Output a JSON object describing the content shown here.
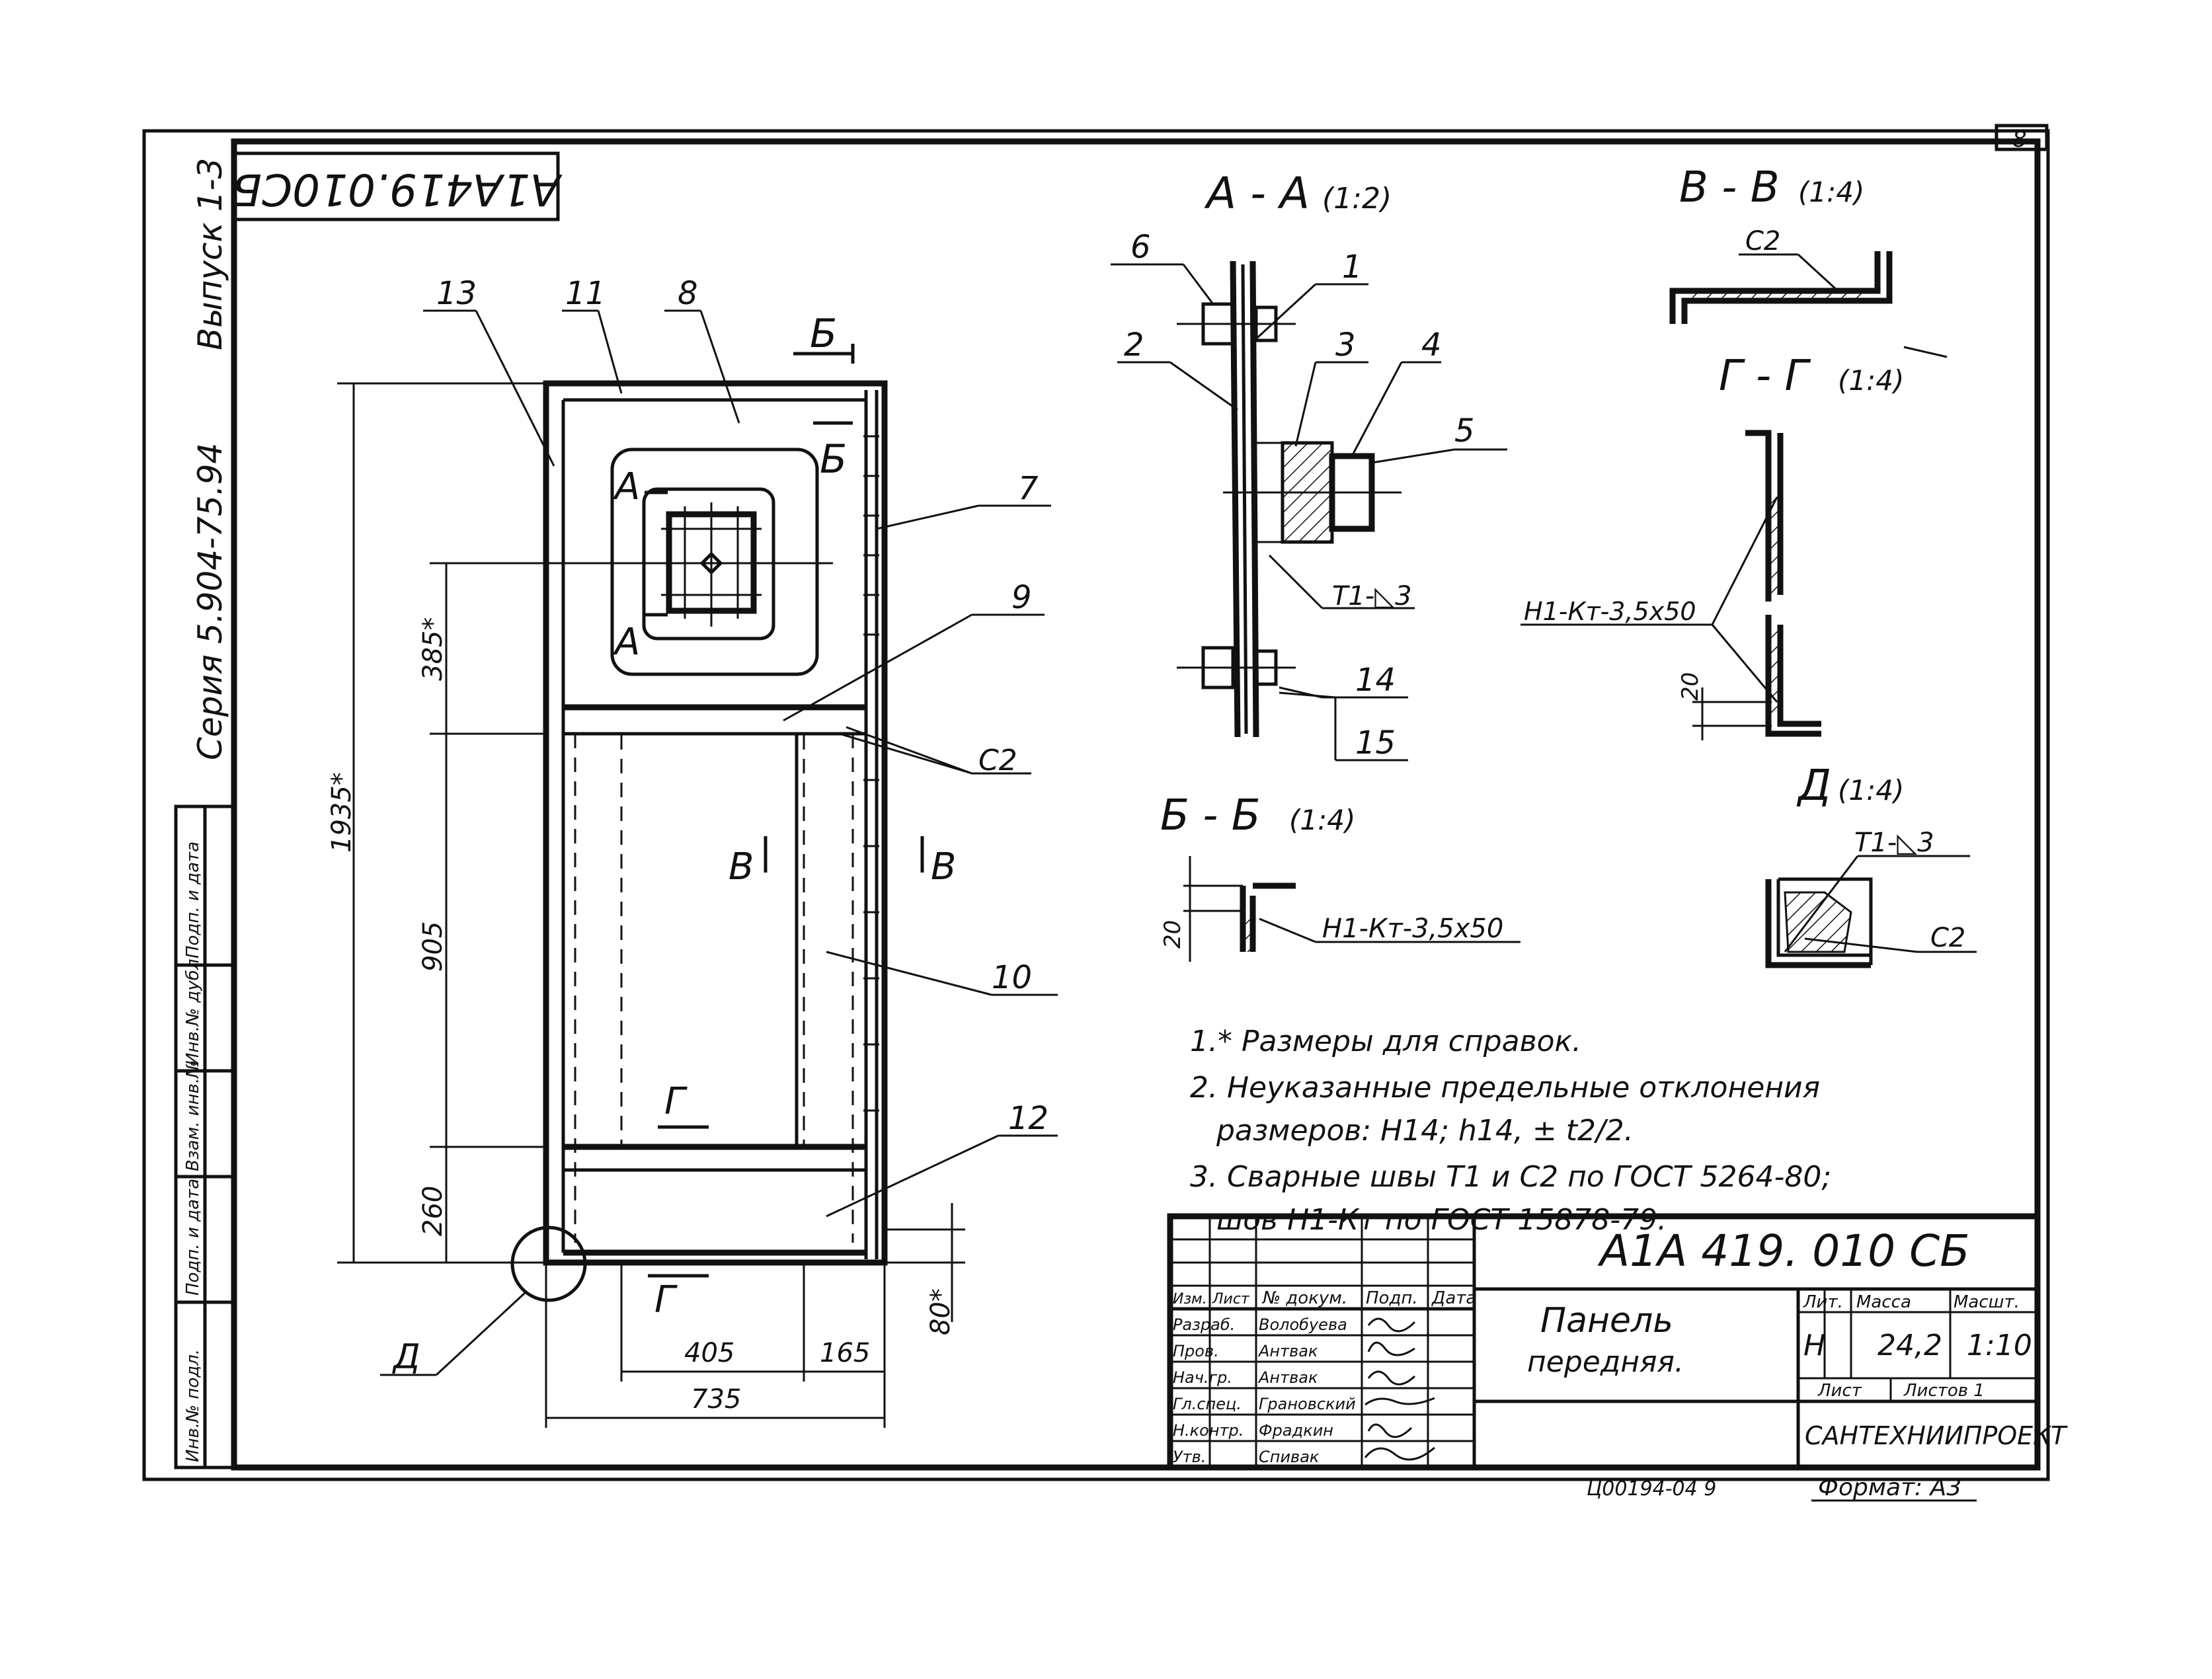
{
  "sheet_number": "8",
  "doc_code_rotated": "А1А419.010СБ",
  "margin": {
    "issue": "Выпуск 1-3",
    "series": "Серия 5.904-75.94"
  },
  "stamp_left": [
    "Подп. и дата",
    "Инв.№ дубл.",
    "Взам. инв.№",
    "Подп. и дата",
    "Инв.№ подл."
  ],
  "main_view": {
    "callouts": [
      "13",
      "11",
      "8",
      "7",
      "9",
      "С2",
      "10",
      "12",
      "Д"
    ],
    "dimensions": {
      "total_height": "1935*",
      "upper": "385*",
      "middle": "905",
      "lower": "260",
      "bottom_offset": "80*",
      "width_left": "405",
      "width_right": "165",
      "width_total": "735"
    },
    "cut_labels": {
      "a": "А",
      "b": "Б",
      "v": "В",
      "g": "Г"
    }
  },
  "section_aa": {
    "title": "А - А",
    "scale": "(1:2)",
    "callouts": [
      "6",
      "1",
      "2",
      "3",
      "4",
      "5",
      "14",
      "15"
    ],
    "weld": "Т1-◺3"
  },
  "section_vv": {
    "title": "В - В",
    "scale": "(1:4)",
    "weld": "С2"
  },
  "section_gg": {
    "title": "Г - Г",
    "scale": "(1:4)",
    "weld": "Н1-Кт-3,5х50",
    "dim": "20"
  },
  "section_bb": {
    "title": "Б - Б",
    "scale": "(1:4)",
    "weld": "Н1-Кт-3,5х50",
    "dim": "20"
  },
  "detail_d": {
    "title": "Д",
    "scale": "(1:4)",
    "weld_top": "Т1-◺3",
    "weld_bottom": "С2"
  },
  "notes": [
    "1.* Размеры для справок.",
    "2. Неуказанные предельные отклонения",
    "размеров: Н14; h14, ± t2/2.",
    "3. Сварные швы Т1 и С2 по ГОСТ 5264-80;",
    "шов Н1-Кт по ГОСТ 15878-79."
  ],
  "title_block": {
    "designation": "А1А 419. 010 СБ",
    "name_line1": "Панель",
    "name_line2": "передняя.",
    "header_cols": [
      "Изм.",
      "Лист",
      "№ докум.",
      "Подп.",
      "Дата"
    ],
    "roles": [
      {
        "role": "Разраб.",
        "name": "Волобуева"
      },
      {
        "role": "Пров.",
        "name": "Антвак"
      },
      {
        "role": "Нач.гр.",
        "name": "Антвак"
      },
      {
        "role": "Гл.спец.",
        "name": "Грановский"
      },
      {
        "role": "Н.контр.",
        "name": "Фрадкин"
      },
      {
        "role": "Утв.",
        "name": "Спивак"
      }
    ],
    "lit_label": "Лит.",
    "mass_label": "Масса",
    "scale_label": "Масшт.",
    "lit": "Н",
    "mass": "24,2",
    "scale": "1:10",
    "sheet_label": "Лист",
    "sheets_label": "Листов 1",
    "org": "САНТЕХНИИПРОЕКТ",
    "footer_code": "Ц00194-04   9",
    "format": "Формат: А3"
  }
}
